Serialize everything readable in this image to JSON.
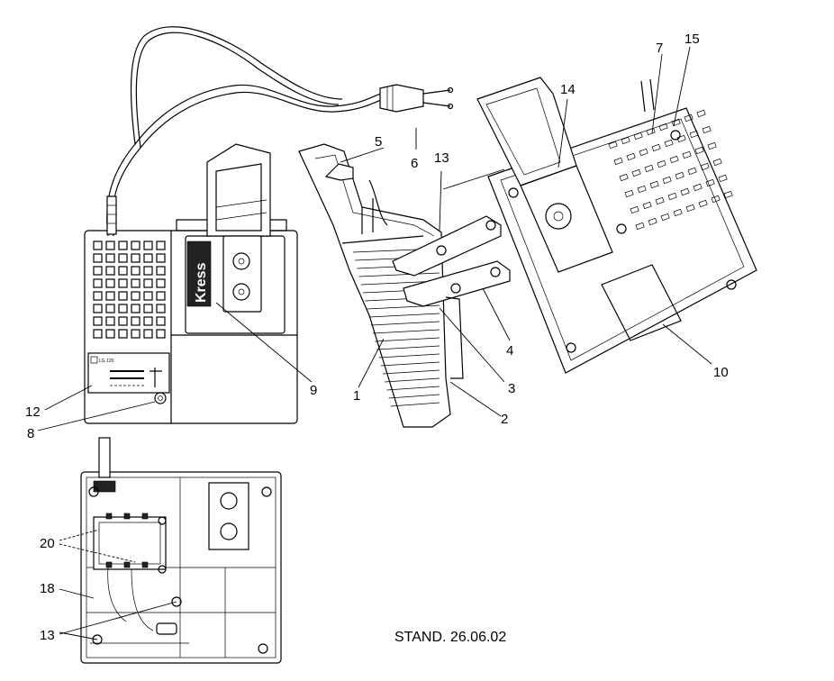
{
  "labels": {
    "l5": "5",
    "l6": "6",
    "l13a": "13",
    "l14": "14",
    "l7": "7",
    "l15": "15",
    "l4": "4",
    "l3": "3",
    "l2": "2",
    "l1": "1",
    "l9": "9",
    "l10": "10",
    "l12": "12",
    "l8": "8",
    "l20": "20",
    "l18": "18",
    "l13b": "13"
  },
  "stamp": "STAND. 26.06.02",
  "brand": "Kress",
  "panel_text": "LG 120"
}
